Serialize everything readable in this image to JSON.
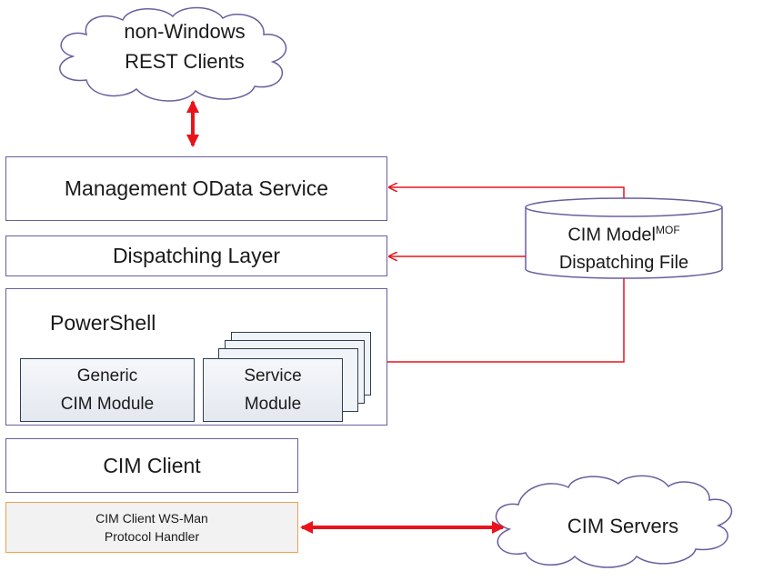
{
  "clouds": {
    "top_line1": "non-Windows",
    "top_line2": "REST Clients",
    "bottom": "CIM Servers"
  },
  "layers": {
    "odata": "Management OData Service",
    "dispatching": "Dispatching Layer",
    "powershell": "PowerShell",
    "generic_line1": "Generic",
    "generic_line2": "CIM Module",
    "service_line1": "Service",
    "service_line2": "Module",
    "cim_client": "CIM Client",
    "wsman_line1": "CIM Client WS-Man",
    "wsman_line2": "Protocol Handler"
  },
  "datastore": {
    "line1": "CIM Model",
    "superscript": "MOF",
    "line2": "Dispatching File"
  },
  "colors": {
    "arrow_red": "#e8141c",
    "box_border": "#6b5d9e",
    "wsman_border": "#f0a050",
    "wsman_fill": "#f2f2f2"
  }
}
